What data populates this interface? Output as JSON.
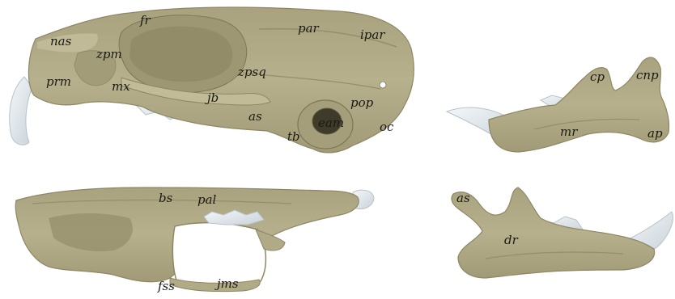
{
  "colors": {
    "bone": "#b4ad8a",
    "bone_light": "#c9c3a4",
    "bone_dark": "#8d8765",
    "shadow": "#6f6a4d",
    "tooth": "#e8eef2",
    "tooth_shade": "#c7d1d8",
    "label": "#1a1a12"
  },
  "panels": {
    "skull_lateral": {
      "labels": [
        "nas",
        "fr",
        "par",
        "ipar",
        "zpm",
        "prm",
        "mx",
        "zpsq",
        "jb",
        "as",
        "pop",
        "eam",
        "tb",
        "oc"
      ]
    },
    "skull_ventral": {
      "labels": [
        "bs",
        "pal",
        "fss",
        "jms"
      ]
    },
    "mandible_lateral": {
      "labels": [
        "cp",
        "cnp",
        "mr",
        "ap"
      ]
    },
    "mandible_medial": {
      "labels": [
        "as",
        "dr"
      ]
    }
  }
}
